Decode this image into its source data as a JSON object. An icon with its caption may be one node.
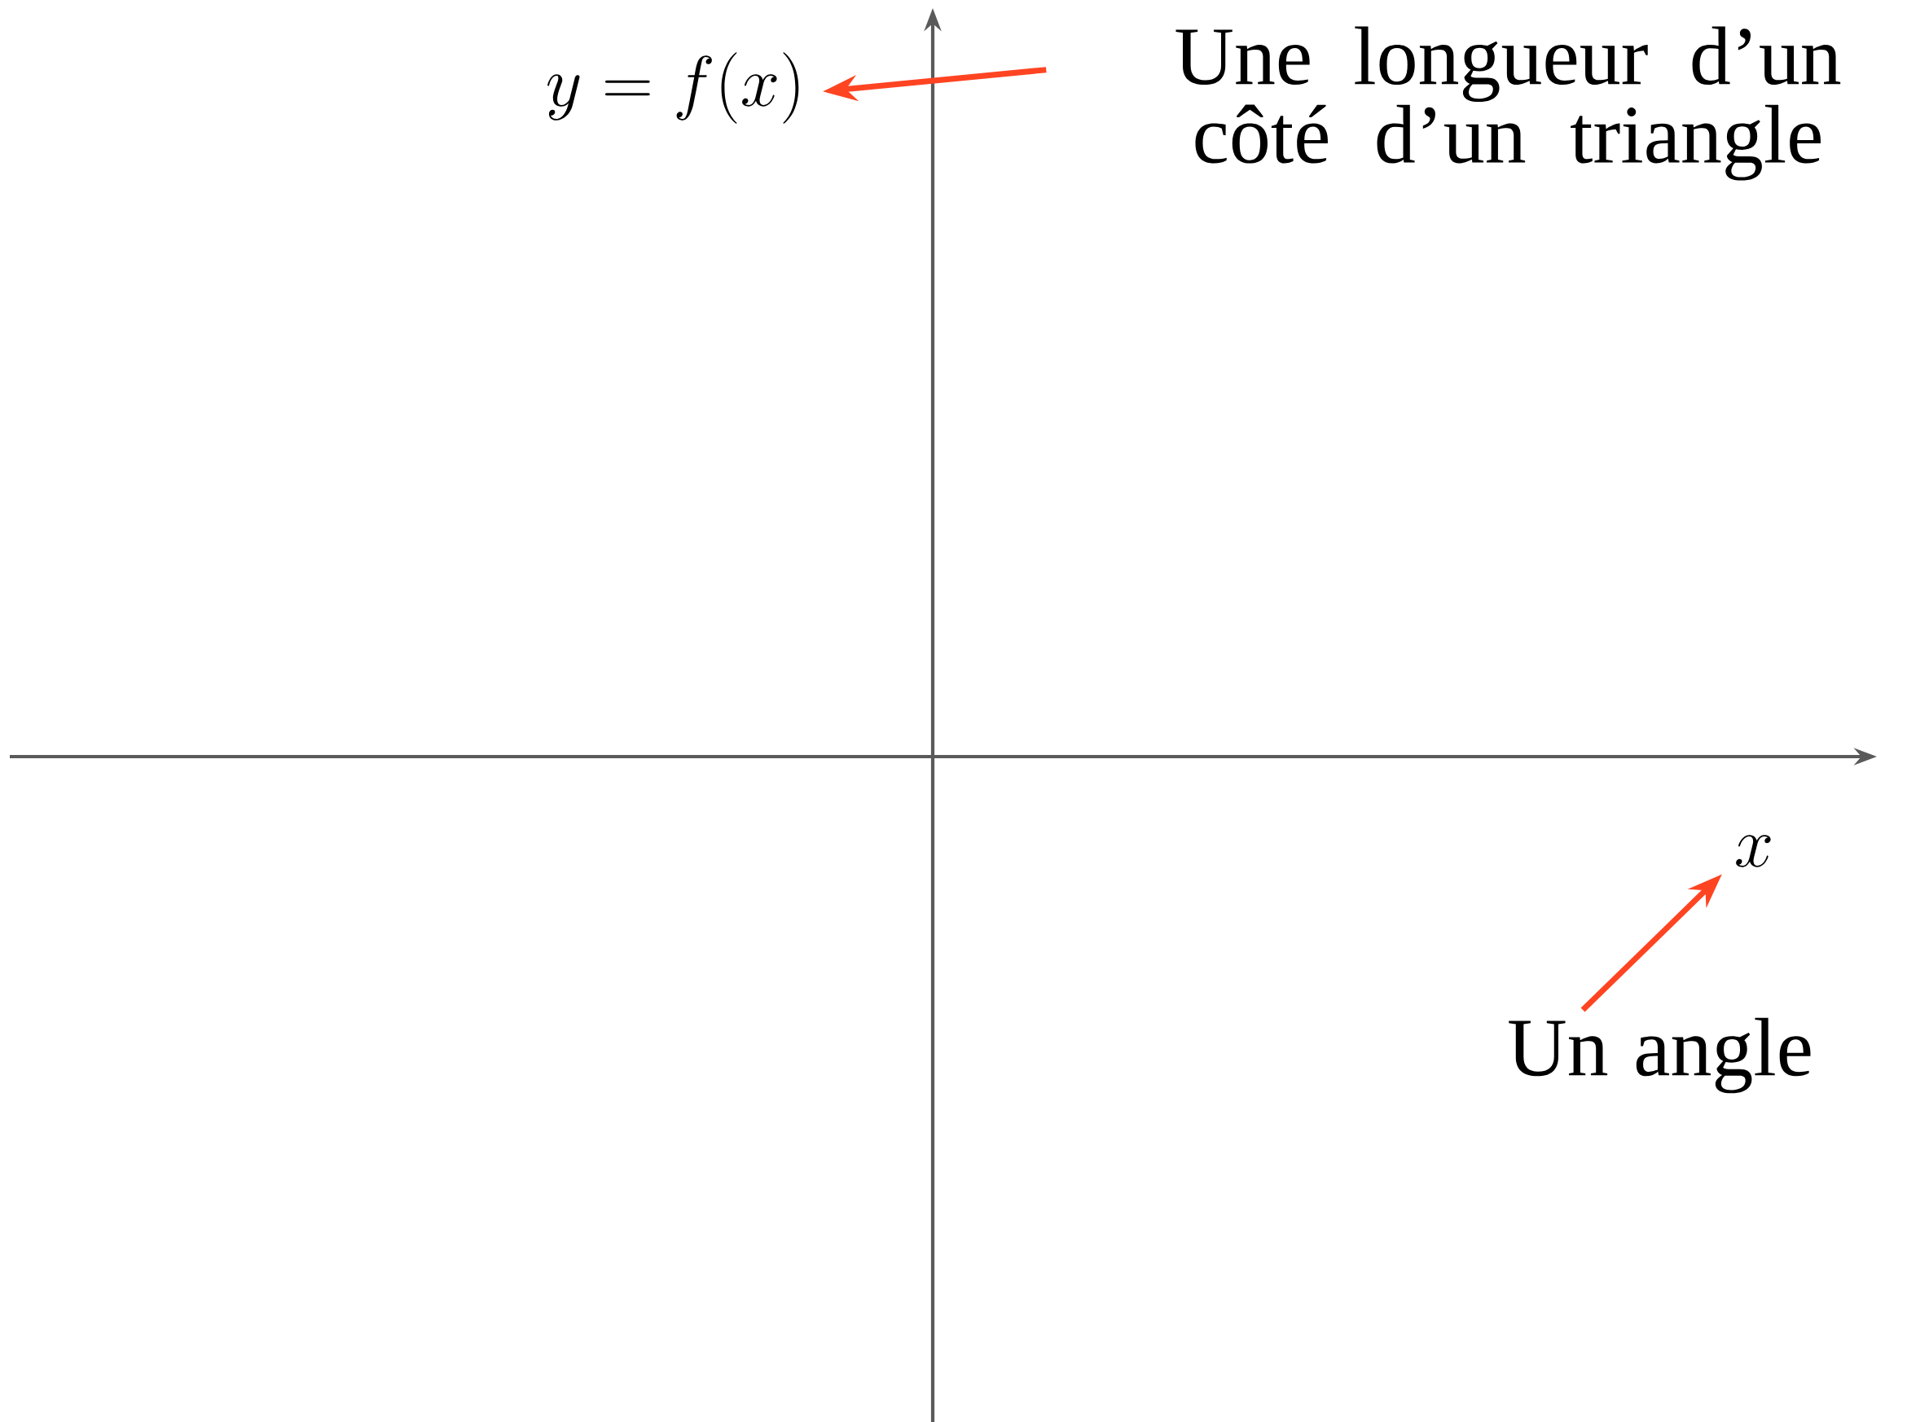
{
  "diagram": {
    "nodes": [
      {
        "text": [
          "y = f(x)"
        ]
      },
      {
        "text": [
          "Une longueur d’un côté d’un triangle"
        ]
      },
      {
        "text": [
          "x"
        ]
      },
      {
        "text": [
          "Un angle"
        ]
      }
    ],
    "edges": [
      {
        "from": 1,
        "to": 0,
        "arrow": "to"
      },
      {
        "from": 3,
        "to": 2,
        "arrow": "to"
      }
    ]
  }
}
